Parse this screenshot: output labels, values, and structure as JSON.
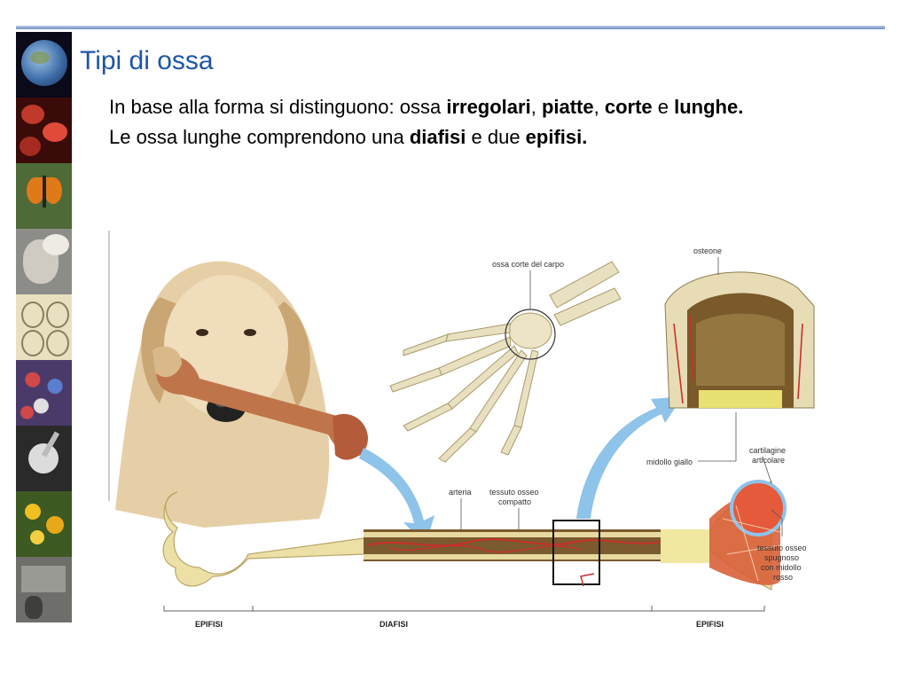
{
  "slide": {
    "title": "Tipi di ossa",
    "line1_pre": "In base alla forma si distinguono: ossa ",
    "line1_b1": "irregolari",
    "sep1": ", ",
    "line1_b2": "piatte",
    "sep2": ", ",
    "line1_b3": "corte",
    "line1_e": " e ",
    "line1_b4": "lunghe.",
    "line2_pre": "Le ossa lunghe comprendono una ",
    "line2_b1": "diafisi",
    "line2_mid": " e due ",
    "line2_b2": "epifisi."
  },
  "sidebar": {
    "tiles": [
      "earth-icon",
      "blood-cells-icon",
      "butterfly-icon",
      "portrait-icon",
      "embryo-icon",
      "molecules-icon",
      "experiment-icon",
      "flower-icon",
      "laboratory-icon"
    ]
  },
  "illustration": {
    "labels": {
      "carpal": "ossa corte del carpo",
      "osteon": "osteone",
      "artery": "arteria",
      "compact_1": "tessuto osseo",
      "compact_2": "compatto",
      "yellow_marrow": "midollo giallo",
      "cartilage_1": "cartilagine",
      "cartilage_2": "articolare",
      "spongy_1": "tessuto osseo",
      "spongy_2": "spugnoso",
      "spongy_3": "con midollo",
      "spongy_4": "rosso",
      "epiphysis_left": "EPIFISI",
      "diaphysis": "DIAFISI",
      "epiphysis_right": "EPIFISI"
    }
  },
  "colors": {
    "title": "#1f55a8",
    "rule": "#6f8fc4",
    "bone": "#e8dca0",
    "marrow_red": "#c8302a",
    "arrow": "#8ec3ea"
  }
}
